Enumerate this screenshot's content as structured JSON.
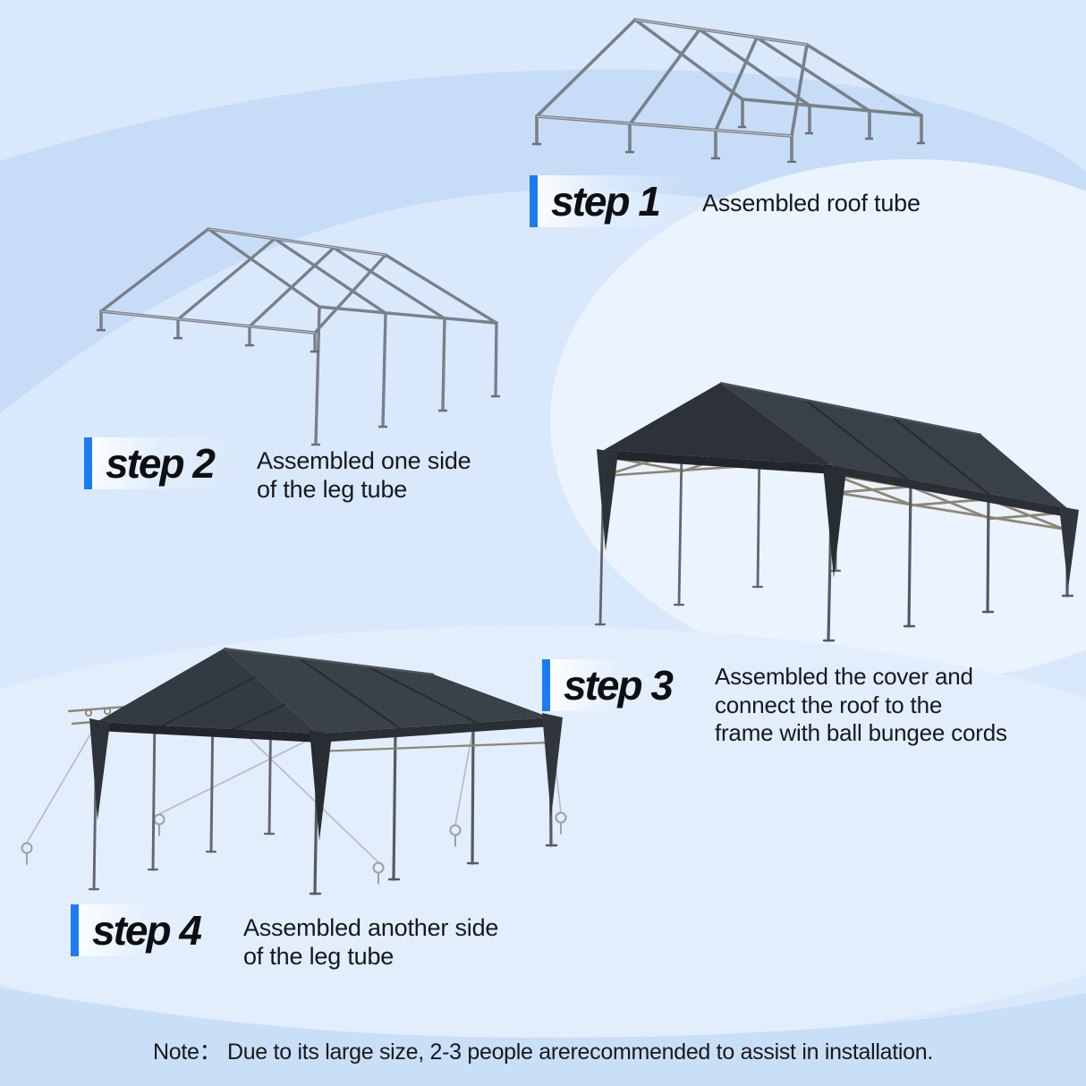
{
  "colors": {
    "accent": "#1b7cf2",
    "step_text": "#0d0f12",
    "body_text": "#16191d",
    "canopy_cover": "#3a4048",
    "canopy_cover_dark": "#2d323a",
    "frame_tube": "#798089",
    "brace_tube": "#8d8674",
    "rope": "#b4bac2",
    "bg_base": "#d9e8fa",
    "bg_band": "#c7dcf6",
    "bg_highlight": "#eaf3fe"
  },
  "steps": [
    {
      "label": "step 1",
      "desc_lines": [
        "Assembled roof tube"
      ],
      "illustration": "assembled-roof-tube-frame"
    },
    {
      "label": "step 2",
      "desc_lines": [
        "Assembled one side",
        "of the leg tube"
      ],
      "illustration": "frame-with-one-side-leg-tubes"
    },
    {
      "label": "step 3",
      "desc_lines": [
        "Assembled the cover and",
        "connect the roof to the",
        "frame with ball bungee cords"
      ],
      "illustration": "frame-with-cover-and-bungee-cords"
    },
    {
      "label": "step 4",
      "desc_lines": [
        "Assembled another side",
        "of the leg tube"
      ],
      "illustration": "covered-frame-with-guy-ropes-and-stakes"
    }
  ],
  "note": {
    "text": "Note： Due to its large size, 2-3 people arerecommended to assist in installation."
  }
}
